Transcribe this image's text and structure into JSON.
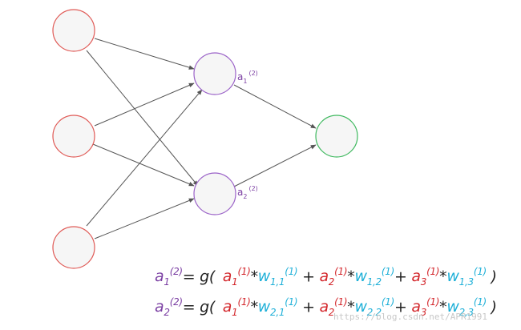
{
  "colors": {
    "input_stroke": "#e05a56",
    "hidden_stroke": "#9b63c8",
    "output_stroke": "#3fb95f",
    "edge": "#555555",
    "node_fill": "#f6f6f6",
    "label_purple": "#7b3fa3",
    "red": "#d3262b",
    "cyan": "#1fb0d8",
    "black": "#222222"
  },
  "nodes": {
    "hidden_label_1": {
      "base": "a",
      "sub": "1",
      "sup": "(2)"
    },
    "hidden_label_2": {
      "base": "a",
      "sub": "2",
      "sup": "(2)"
    }
  },
  "equations": [
    {
      "lhs": {
        "base": "a",
        "sub": "1",
        "sup": "(2)"
      },
      "eq_text": "= g(",
      "terms": [
        {
          "a": "a",
          "a_sub": "1",
          "a_sup": "(1)",
          "star": "*",
          "w": "w",
          "w_sub": "1,1",
          "w_sup": "(1)",
          "plus": "+"
        },
        {
          "a": "a",
          "a_sub": "2",
          "a_sup": "(1)",
          "star": "*",
          "w": "w",
          "w_sub": "1,2",
          "w_sup": "(1)",
          "plus": "+"
        },
        {
          "a": "a",
          "a_sub": "3",
          "a_sup": "(1)",
          "star": "*",
          "w": "w",
          "w_sub": "1,3",
          "w_sup": "(1)",
          "plus": ""
        }
      ],
      "close": ")"
    },
    {
      "lhs": {
        "base": "a",
        "sub": "2",
        "sup": "(2)"
      },
      "eq_text": "= g(",
      "terms": [
        {
          "a": "a",
          "a_sub": "1",
          "a_sup": "(1)",
          "star": "*",
          "w": "w",
          "w_sub": "2,1",
          "w_sup": "(1)",
          "plus": "+"
        },
        {
          "a": "a",
          "a_sub": "2",
          "a_sup": "(1)",
          "star": "*",
          "w": "w",
          "w_sub": "2,2",
          "w_sup": "(1)",
          "plus": "+"
        },
        {
          "a": "a",
          "a_sub": "3",
          "a_sup": "(1)",
          "star": "*",
          "w": "w",
          "w_sub": "2,3",
          "w_sup": "(1)",
          "plus": ""
        }
      ],
      "close": ")"
    }
  ],
  "watermark": "https://blog.csdn.net/APR1991"
}
